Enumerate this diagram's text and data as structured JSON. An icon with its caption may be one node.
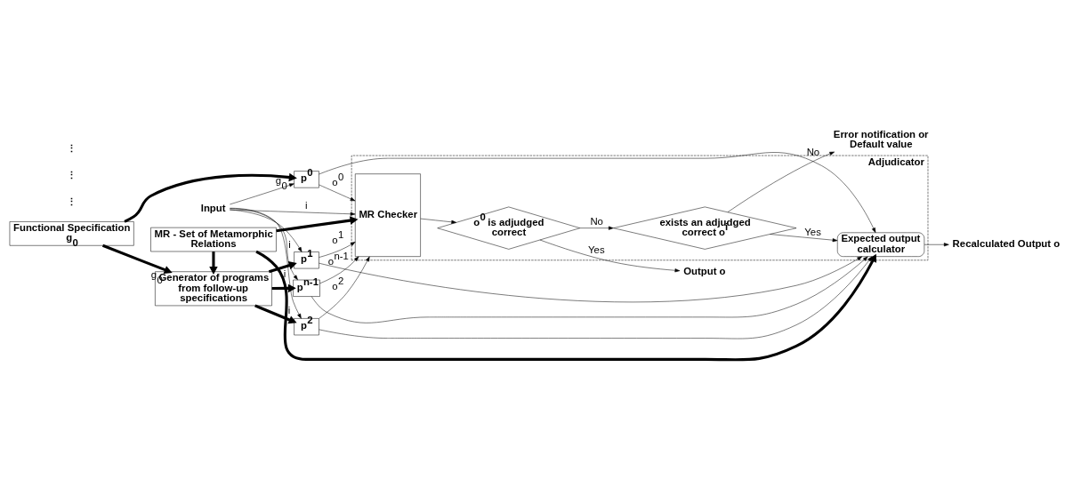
{
  "diagram": {
    "nodes": [
      {
        "text": [
          "Functional Specification g$_{0}$"
        ]
      },
      {
        "text": [
          "Generator of programs from follow-up specifications"
        ]
      },
      {
        "text": [
          "Input"
        ]
      },
      {
        "text": [
          "p$^{0}$"
        ]
      },
      {
        "text": [
          "p$^{1}$"
        ]
      },
      {
        "text": [
          "p$^{2}$"
        ]
      },
      {
        "text": [
          "p$^{n-1}$"
        ]
      },
      {
        "text": [
          "Adjudicator"
        ]
      },
      {
        "text": [
          "MR Checker"
        ],
        "in": 7
      },
      {
        "text": [
          "o$^{0}$ is adjudged correct"
        ],
        "in": 7
      },
      {
        "text": [
          "exists an adjudged correct o$^{i}$"
        ],
        "in": 7
      },
      {
        "text": [
          "Expected output calculator"
        ],
        "in": 7
      },
      {
        "text": [
          "Output o"
        ]
      },
      {
        "text": [
          "Error notification or Default value"
        ]
      },
      {
        "text": [
          "Recalculated Output o"
        ]
      },
      {
        "text": [
          "MR - Set of Metamorphic Relations"
        ]
      }
    ],
    "edges": [
      {
        "from": 0,
        "to": 1,
        "arrow": "to",
        "label": "g$_{0}$",
        "style": "thick"
      },
      {
        "from": 0,
        "to": 3,
        "arrow": "to",
        "label": "g$_{0}$",
        "style": "thick"
      },
      {
        "from": 1,
        "to": 4,
        "arrow": "to",
        "style": "thick"
      },
      {
        "from": 1,
        "to": 5,
        "arrow": "to",
        "style": "thick"
      },
      {
        "from": 1,
        "to": 6,
        "arrow": "to",
        "style": "thick"
      },
      {
        "from": 2,
        "to": 3,
        "arrow": "to"
      },
      {
        "from": 2,
        "to": 8,
        "arrow": "to",
        "label": "i"
      },
      {
        "from": 2,
        "to": 4,
        "arrow": "to",
        "label": "i"
      },
      {
        "from": 2,
        "to": 5,
        "arrow": "to",
        "label": "i"
      },
      {
        "from": 2,
        "to": 6,
        "arrow": "to",
        "label": "i"
      },
      {
        "from": 3,
        "to": 8,
        "arrow": "to",
        "label": "o$^{0}$"
      },
      {
        "from": 4,
        "to": 8,
        "arrow": "to",
        "label": "o$^{1}$"
      },
      {
        "from": 5,
        "to": 8,
        "arrow": "to",
        "label": "o$^{2}$"
      },
      {
        "from": 6,
        "to": 8,
        "arrow": "to",
        "label": "o$^{n-1}$"
      },
      {
        "from": 3,
        "to": 11,
        "arrow": "to"
      },
      {
        "from": 4,
        "to": 11,
        "arrow": "to"
      },
      {
        "from": 5,
        "to": 11,
        "arrow": "to"
      },
      {
        "from": 6,
        "to": 11,
        "arrow": "to"
      },
      {
        "from": 8,
        "to": 9,
        "arrow": "to"
      },
      {
        "from": 9,
        "to": 12,
        "arrow": "to",
        "label": "Yes"
      },
      {
        "from": 9,
        "to": 10,
        "arrow": "to",
        "label": "No"
      },
      {
        "from": 10,
        "to": 13,
        "arrow": "to",
        "label": "No"
      },
      {
        "from": 10,
        "to": 11,
        "arrow": "to",
        "label": "Yes"
      },
      {
        "from": 11,
        "to": 14,
        "arrow": "to"
      },
      {
        "from": 15,
        "to": 1,
        "arrow": "to",
        "style": "thick"
      },
      {
        "from": 15,
        "to": 8,
        "arrow": "to",
        "style": "thick"
      },
      {
        "from": 15,
        "to": 11,
        "arrow": "to",
        "style": "thick"
      }
    ],
    "labels": [
      "⋮",
      "⋮",
      "⋮"
    ]
  }
}
